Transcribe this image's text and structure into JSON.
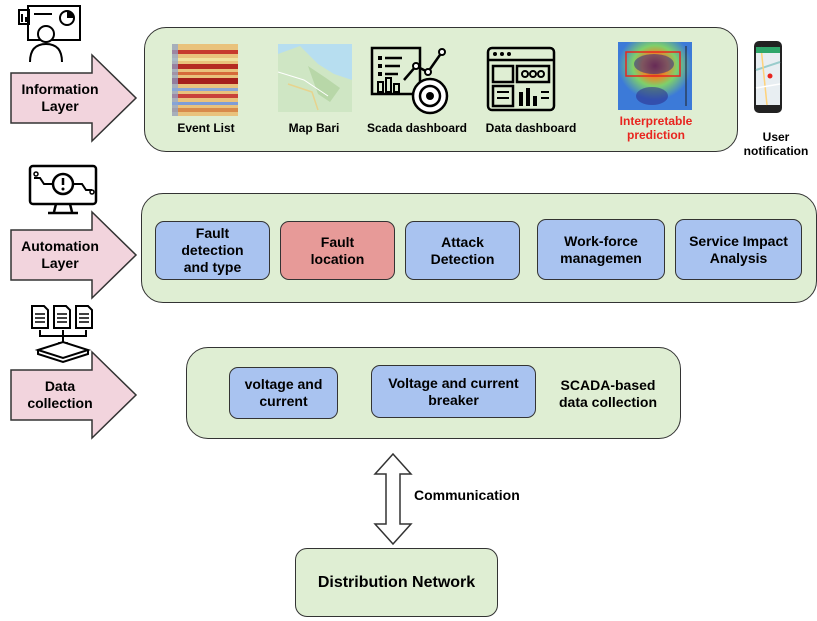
{
  "layers": {
    "information": "Information\nLayer",
    "automation": "Automation\nLayer",
    "data": "Data\ncollection"
  },
  "information_items": {
    "event_list": "Event List",
    "map_bari": "Map Bari",
    "scada_dashboard": "Scada dashboard",
    "data_dashboard": "Data dashboard",
    "interpretable_prediction": "Interpretable\nprediction",
    "user_notification": "User\nnotification"
  },
  "automation_items": {
    "fault_detection": "Fault\ndetection\nand type",
    "fault_location": "Fault\nlocation",
    "attack_detection": "Attack\nDetection",
    "workforce": "Work-force\nmanagemen",
    "service_impact": "Service Impact\nAnalysis"
  },
  "data_items": {
    "voltage_current": "voltage and\ncurrent",
    "voltage_breaker": "Voltage and current\nbreaker",
    "scada_collection": "SCADA-based\ndata collection"
  },
  "communication": "Communication",
  "distribution_network": "Distribution Network",
  "colors": {
    "panel": "#dfeed3",
    "box_blue": "#a9c3f0",
    "box_red": "#e79a98",
    "arrow": "#f2d4dd",
    "prediction_text": "#e8251f"
  }
}
